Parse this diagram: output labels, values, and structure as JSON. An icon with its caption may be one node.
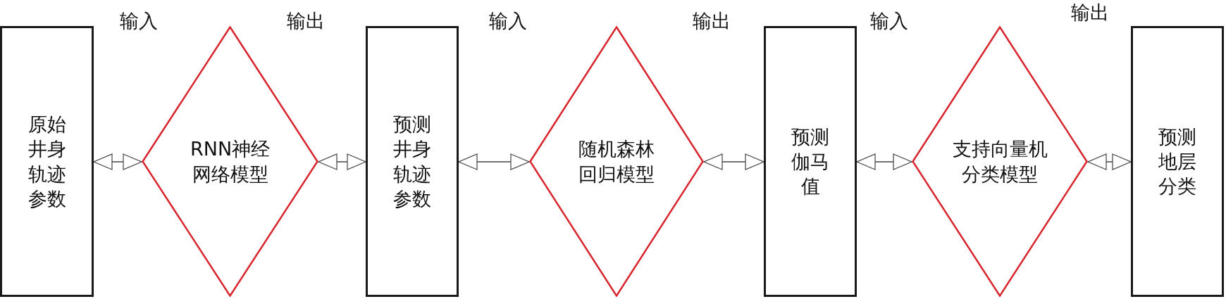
{
  "diagram": {
    "nodes": [
      {
        "text": [
          "原始井身轨迹参数"
        ]
      },
      {
        "text": [
          "RNN神经网络模型"
        ]
      },
      {
        "text": [
          "预测井身轨迹参数"
        ]
      },
      {
        "text": [
          "随机森林回归模型"
        ]
      },
      {
        "text": [
          "预测伽马值"
        ]
      },
      {
        "text": [
          "支持向量机分类模型"
        ]
      },
      {
        "text": [
          "预测地层分类"
        ]
      }
    ],
    "edges": [
      {
        "from": 0,
        "to": 1,
        "arrow": "both"
      },
      {
        "from": 1,
        "to": 2,
        "arrow": "both"
      },
      {
        "from": 2,
        "to": 3,
        "arrow": "both"
      },
      {
        "from": 3,
        "to": 4,
        "arrow": "both"
      },
      {
        "from": 4,
        "to": 5,
        "arrow": "both"
      },
      {
        "from": 5,
        "to": 6,
        "arrow": "both"
      }
    ],
    "labels": [
      "输入",
      "输出",
      "输入",
      "输出",
      "输入",
      "输出"
    ]
  }
}
